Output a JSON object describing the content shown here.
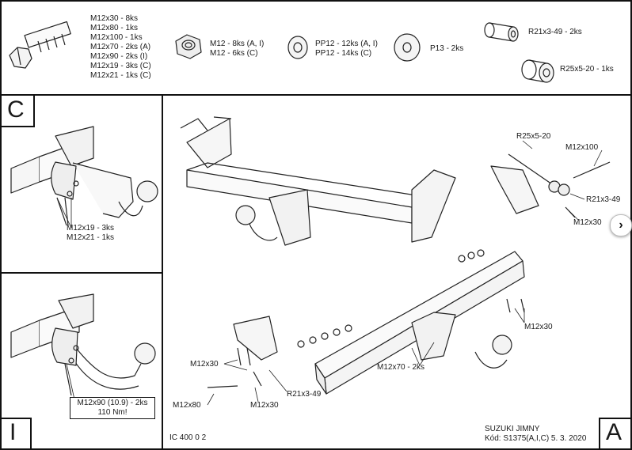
{
  "parts": {
    "bolts": [
      "M12x30 - 8ks",
      "M12x80 - 1ks",
      "M12x100 - 1ks",
      "M12x70 - 2ks (A)",
      "M12x90 - 2ks (I)",
      "M12x19 - 3ks (C)",
      "M12x21 - 1ks (C)"
    ],
    "nuts": [
      "M12 - 8ks (A, I)",
      "M12 - 6ks (C)"
    ],
    "washers": [
      "PP12 - 12ks (A, I)",
      "PP12 - 14ks (C)"
    ],
    "plate": "P13 - 2ks",
    "spacer_a": "R21x3-49 - 2ks",
    "spacer_b": "R25x5-20 - 1ks"
  },
  "panel_c": {
    "letter": "C",
    "labels": [
      "M12x19 - 3ks",
      "M12x21 - 1ks"
    ]
  },
  "panel_i": {
    "letter": "I",
    "labels": [
      "M12x90 (10.9) - 2ks",
      "110 Nm!"
    ]
  },
  "panel_a": {
    "letter": "A",
    "callouts": {
      "r25": "R25x5-20",
      "m12x100": "M12x100",
      "r21_right": "R21x3-49",
      "m12x30_right": "M12x30",
      "m12x30_mid": "M12x30",
      "m12x70": "M12x70 - 2ks",
      "m12x30_left": "M12x30",
      "r21_left": "R21x3-49",
      "m12x80": "M12x80",
      "m12x30_bottom": "M12x30"
    }
  },
  "footer": {
    "code": "IC 400 0 2",
    "vehicle": "SUZUKI JIMNY",
    "kod": "Kód: S1375(A,I,C)  5. 3. 2020"
  },
  "nav": {
    "next_symbol": "›"
  }
}
